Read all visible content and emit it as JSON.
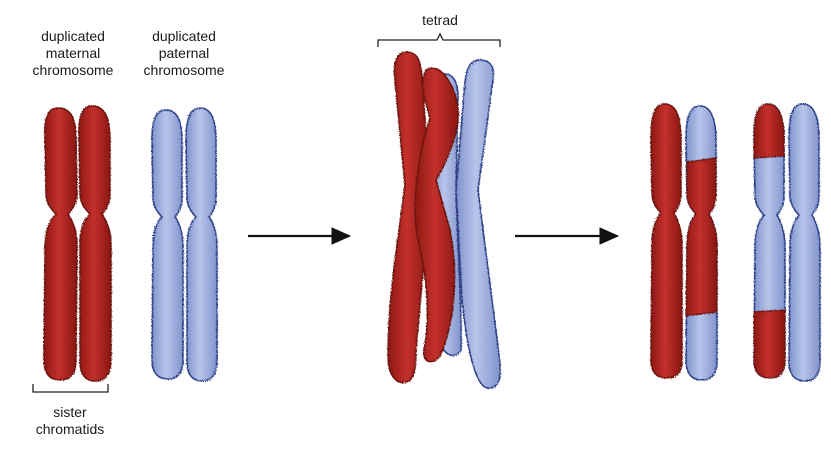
{
  "labels": {
    "maternal": [
      "duplicated",
      "maternal",
      "chromosome"
    ],
    "paternal": [
      "duplicated",
      "paternal",
      "chromosome"
    ],
    "tetrad": "tetrad",
    "sister": [
      "sister",
      "chromatids"
    ]
  },
  "colors": {
    "maternal": "#b32422",
    "maternal_dark": "#7a1512",
    "paternal": "#9fb0df",
    "paternal_dark": "#2b3f86",
    "line": "#111111"
  }
}
